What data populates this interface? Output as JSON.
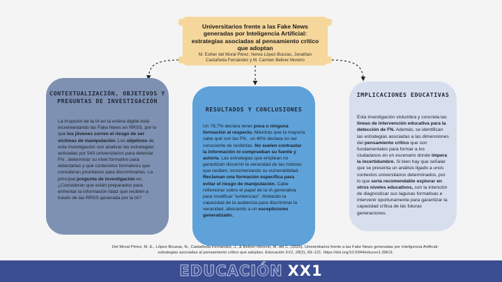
{
  "header": {
    "title": "Universitarios frente a las Fake News generadas por Inteligencia Artificial: estrategias asociadas al pensamiento crítico que adoptan",
    "authors": "M. Esther del Moral Pérez, Nerea López-Bouzas, Jonathan Castañeda Fernández y M. Carmen Bellver Moreno"
  },
  "left": {
    "heading": "CONTEXTUALIZACIÓN, OBJETIVOS Y PREGUNTAS DE INVESTIGACIÓN",
    "body": [
      {
        "t": "La irrupción de la IA en la esfera digital está incrementando las Fake News en RRSS, por lo que "
      },
      {
        "t": "los jóvenes corren el riesgo de ser víctimas de manipulación.",
        "b": true
      },
      {
        "t": " Los "
      },
      {
        "t": "objetivos",
        "b": true
      },
      {
        "t": " de esta investigación son analizar las estrategias activadas por 543 universitarios para detectar FN , determinar su nivel formativo para detectarlas y qué contenidos formativos que consideran prioritarios para discriminarlas. La principal "
      },
      {
        "t": "pregunta de investigación",
        "b": true
      },
      {
        "t": " es: ¿Consideran que están preparados para enfrentar la información falaz que reciben a través de las RRSS generada por la IA?"
      }
    ]
  },
  "middle": {
    "heading": "RESULTADOS Y CONCLUSIONES",
    "body": [
      {
        "t": "Un 76,7% declara tener "
      },
      {
        "t": "poca o ninguna formación al respecto.",
        "b": true
      },
      {
        "t": " Mientras que la mayoría sabe qué son las FN , un 40% declara no ser consciente de recibirlas. "
      },
      {
        "t": "No suelen contrastar la información ni comprueban su fuente y autoría.",
        "b": true
      },
      {
        "t": " Las estrategias que emplean no garantizan discernir la veracidad de las noticias que reciben, incrementando su vulnerabilidad. "
      },
      {
        "t": "Reclaman una formación específica para evitar el riesgo de manipulación.",
        "b": true
      },
      {
        "t": " Cabe reflexionar sobre el papel de la IA generativa para modificar \"evidencias\", limitando la capacidad de la audiencia para discriminar la veracidad, abocando a un "
      },
      {
        "t": "escepticismo generalizado.",
        "b": true
      }
    ]
  },
  "right": {
    "heading": "IMPLICACIONES EDUCATIVAS",
    "body": [
      {
        "t": "Esta investigación vislumbra y concreta las "
      },
      {
        "t": "líneas de intervención educativa para la detección de FN.",
        "b": true
      },
      {
        "t": " Además, se identifican las estrategias asociadas a las dimensiones del "
      },
      {
        "t": "pensamiento crítico",
        "b": true
      },
      {
        "t": " que son fundamentales para formar a los ciudadanos en un escenario donde "
      },
      {
        "t": "impera la incertidumbre.",
        "b": true
      },
      {
        "t": " Si bien hay que señalar que se presenta un análisis ligado a unos contextos universitarios determinados, por lo que "
      },
      {
        "t": "sería recomendable explorar en otros niveles educativos,",
        "b": true
      },
      {
        "t": " con la intención de diagnosticar sus lagunas formativas e intervenir oportunamente para garantizar la capacidad crítica de las futuras generaciones."
      }
    ]
  },
  "citation": {
    "line1": "Del Moral Pérez, M. E., López-Bouzas, N., Castañeda Fernández, J., & Bellver Moreno, M. del C. (2025). Universitarios frente a las Fake News generadas por Inteligencia Artificial:",
    "line2_pre": "estrategias asociadas al pensamiento crítico que adoptan. ",
    "line2_journal": "Educación XX1, 28",
    "line2_post": "(2), 69–121. https://doi.org/10.5944/educxx1.39611"
  },
  "footer": {
    "brand_word": "EDUCACIÓN",
    "brand_num": "XX1"
  },
  "colors": {
    "banner": "#f6d79b",
    "left_panel": "#7e91b2",
    "middle_panel": "#5fa2d9",
    "right_panel": "#d7dfee",
    "footer": "#3c4e92"
  }
}
